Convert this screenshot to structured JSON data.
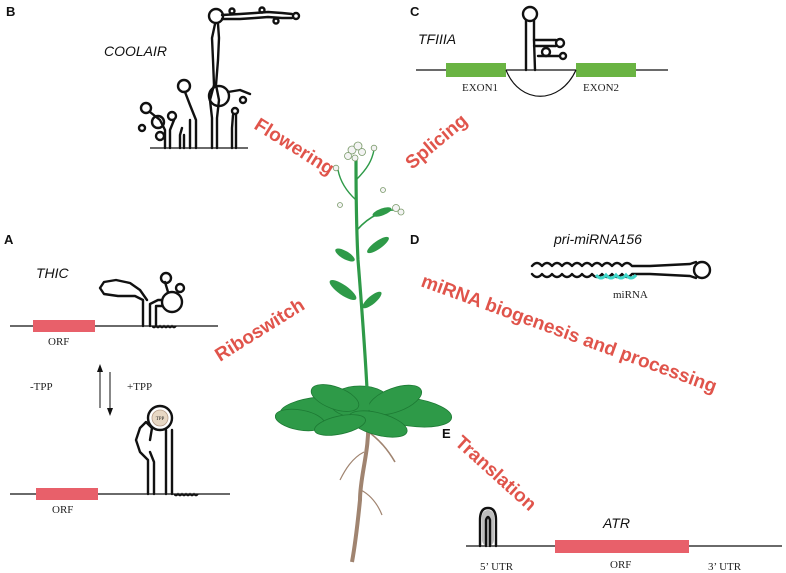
{
  "panels": {
    "A": {
      "letter": "A",
      "gene": "THIC",
      "orf_top": "ORF",
      "orf_bottom": "ORF",
      "minus_tpp": "-TPP",
      "plus_tpp": "+TPP",
      "tpp_ligand": "TPP",
      "process": "Riboswitch"
    },
    "B": {
      "letter": "B",
      "gene": "COOLAIR",
      "process": "Flowering"
    },
    "C": {
      "letter": "C",
      "gene": "TFIIIA",
      "exon1": "EXON1",
      "exon2": "EXON2",
      "process": "Splicing"
    },
    "D": {
      "letter": "D",
      "gene": "pri-miRNA156",
      "mirna": "miRNA",
      "process": "miRNA biogenesis and processing"
    },
    "E": {
      "letter": "E",
      "gene": "ATR",
      "utr5": "5’ UTR",
      "orf": "ORF",
      "utr3": "3’ UTR",
      "process": "Translation"
    }
  },
  "colors": {
    "orf": "#e8606a",
    "exon": "#6ab443",
    "process_text": "#e0544b",
    "mirna": "#40d6c8",
    "plant_green": "#2e9a48",
    "root": "#a08470"
  }
}
